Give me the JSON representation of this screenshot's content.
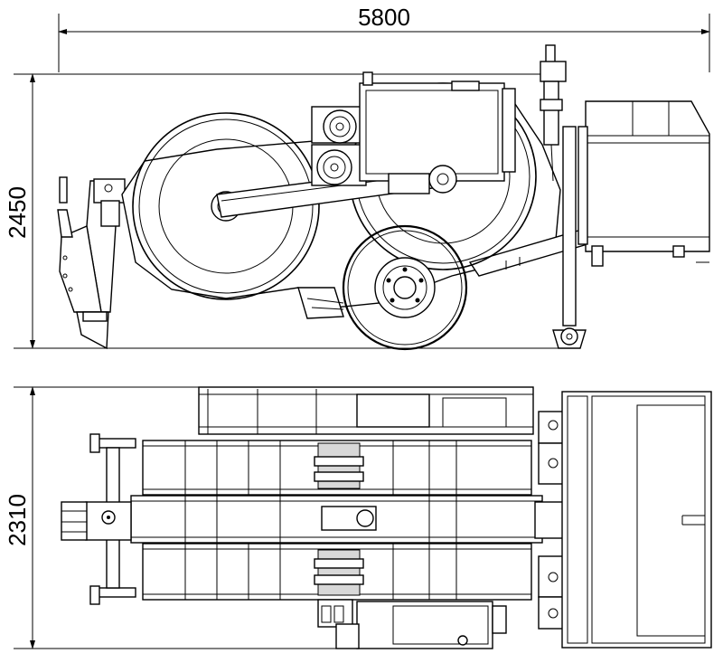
{
  "dimensions": {
    "overall_length": "5800",
    "side_view_height": "2450",
    "top_view_width": "2310"
  },
  "colors": {
    "line": "#000000",
    "background": "#ffffff"
  }
}
